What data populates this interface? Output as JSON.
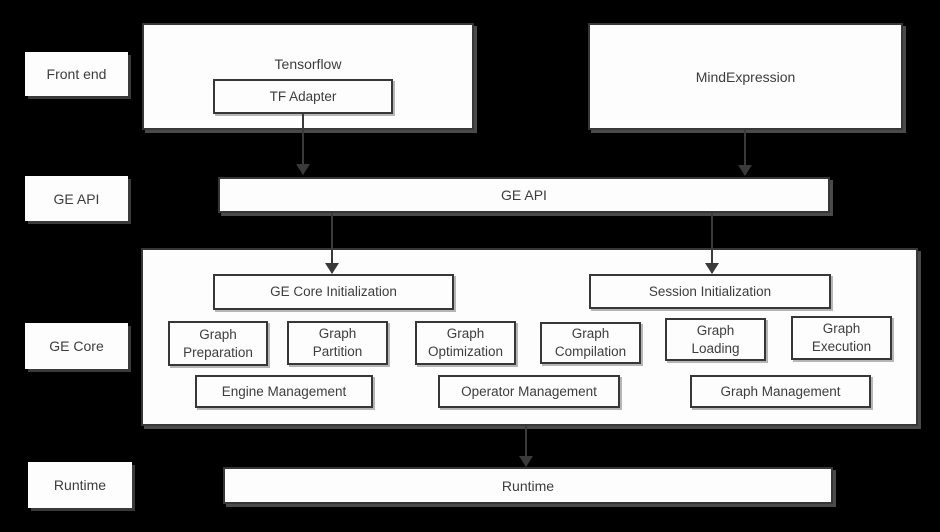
{
  "colors": {
    "background": "#000000",
    "box_fill": "#fdfdfd",
    "box_border": "#373737",
    "text": "#3d3d3d",
    "arrow": "#3a3a3a"
  },
  "diagram": {
    "row_labels": {
      "front_end": "Front end",
      "ge_api": "GE API",
      "ge_core": "GE Core",
      "runtime": "Runtime"
    },
    "front_end": {
      "tensorflow": "Tensorflow",
      "tf_adapter": "TF Adapter",
      "mind_expression": "MindExpression"
    },
    "ge_api_bar": "GE API",
    "ge_core": {
      "ge_core_initialization": "GE Core Initialization",
      "session_initialization": "Session Initialization",
      "stages": [
        "Graph Preparation",
        "Graph Partition",
        "Graph Optimization",
        "Graph Compilation",
        "Graph Loading",
        "Graph Execution"
      ],
      "managers": [
        "Engine Management",
        "Operator Management",
        "Graph Management"
      ]
    },
    "runtime_bar": "Runtime"
  }
}
